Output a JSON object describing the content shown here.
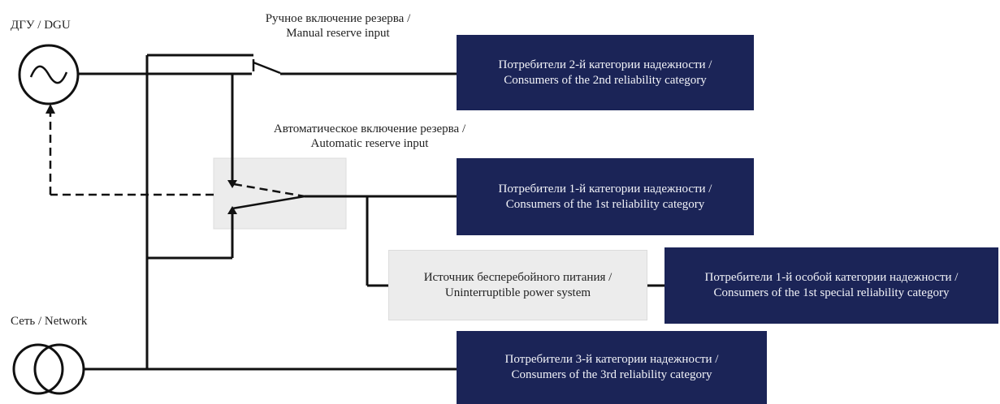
{
  "labels": {
    "dgu": "ДГУ / DGU",
    "network": "Сеть / Network",
    "manual_ru": "Ручное включение резерва /",
    "manual_en": "Manual reserve input",
    "auto_ru": "Автоматическое включение резерва /",
    "auto_en": "Automatic reserve input"
  },
  "boxes": {
    "cat2_ru": "Потребители 2-й категории надежности /",
    "cat2_en": "Consumers of the 2nd reliability category",
    "cat1_ru": "Потребители 1-й категории надежности /",
    "cat1_en": "Consumers of the 1st reliability category",
    "ups_ru": "Источник бесперебойного питания /",
    "ups_en": "Uninterruptible power system",
    "special_ru": "Потребители 1-й особой категории надежности /",
    "special_en": "Consumers of the 1st special reliability category",
    "cat3_ru": "Потребители 3-й категории надежности /",
    "cat3_en": "Consumers of the 3rd reliability category"
  },
  "colors": {
    "consumer_box": "#1b2457",
    "switch_box": "#ececec",
    "line": "#111111"
  }
}
